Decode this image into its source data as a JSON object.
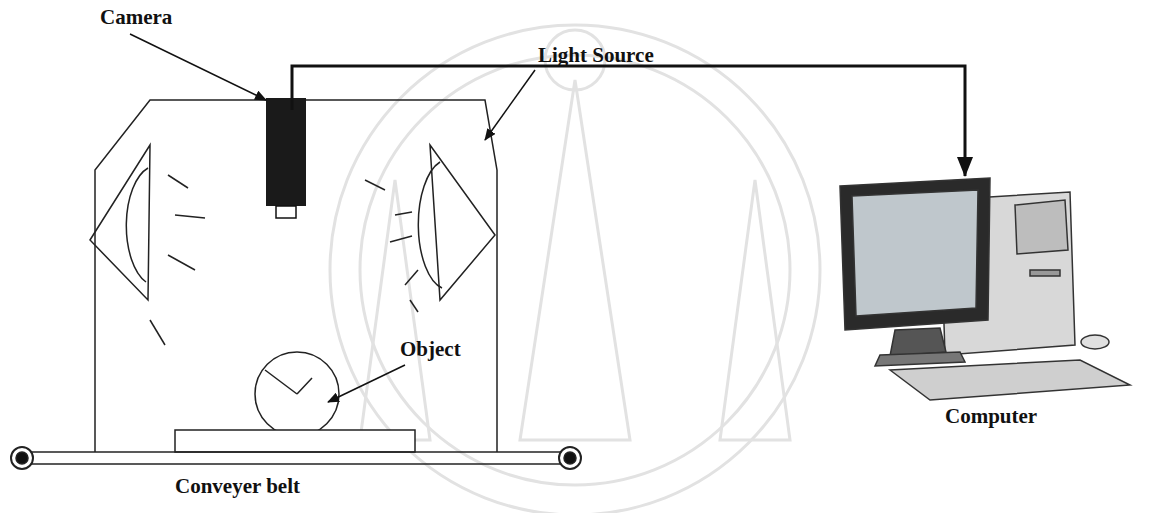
{
  "diagram": {
    "labels": [
      "Camera",
      "Light Source",
      "Object",
      "Computer",
      "Conveyer belt"
    ]
  }
}
